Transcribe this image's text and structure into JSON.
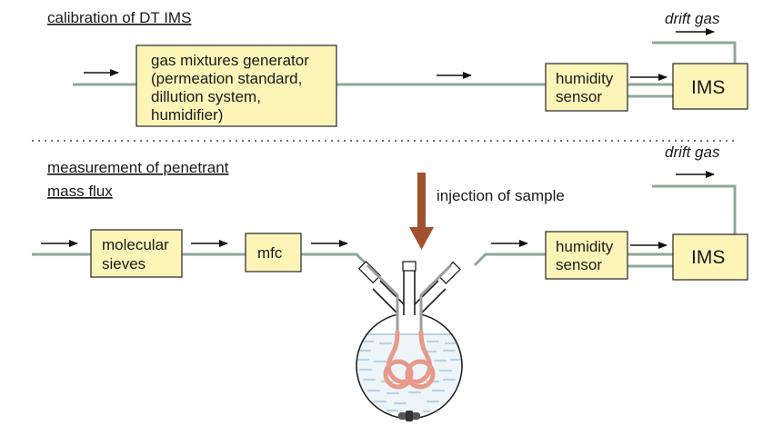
{
  "calibration": {
    "title": "calibration of DT IMS",
    "generator_lines": [
      "gas mixtures generator",
      "(permeation standard,",
      "dillution system,",
      "humidifier)"
    ],
    "humidity_lines": [
      "humidity",
      "sensor"
    ],
    "ims": "IMS",
    "drift_gas": "drift gas"
  },
  "measurement": {
    "title_lines": [
      "measurement of penetrant",
      "mass flux"
    ],
    "sieves_lines": [
      "molecular",
      "sieves"
    ],
    "mfc": "mfc",
    "injection": "injection of sample",
    "humidity_lines": [
      "humidity",
      "sensor"
    ],
    "ims": "IMS",
    "drift_gas": "drift gas"
  },
  "colors": {
    "box_fill": "#fdf5b8",
    "pipe": "#8fa898",
    "injection_arrow": "#a0522d",
    "coil": "#e79a8a",
    "liquid": "#c5dbe8"
  }
}
